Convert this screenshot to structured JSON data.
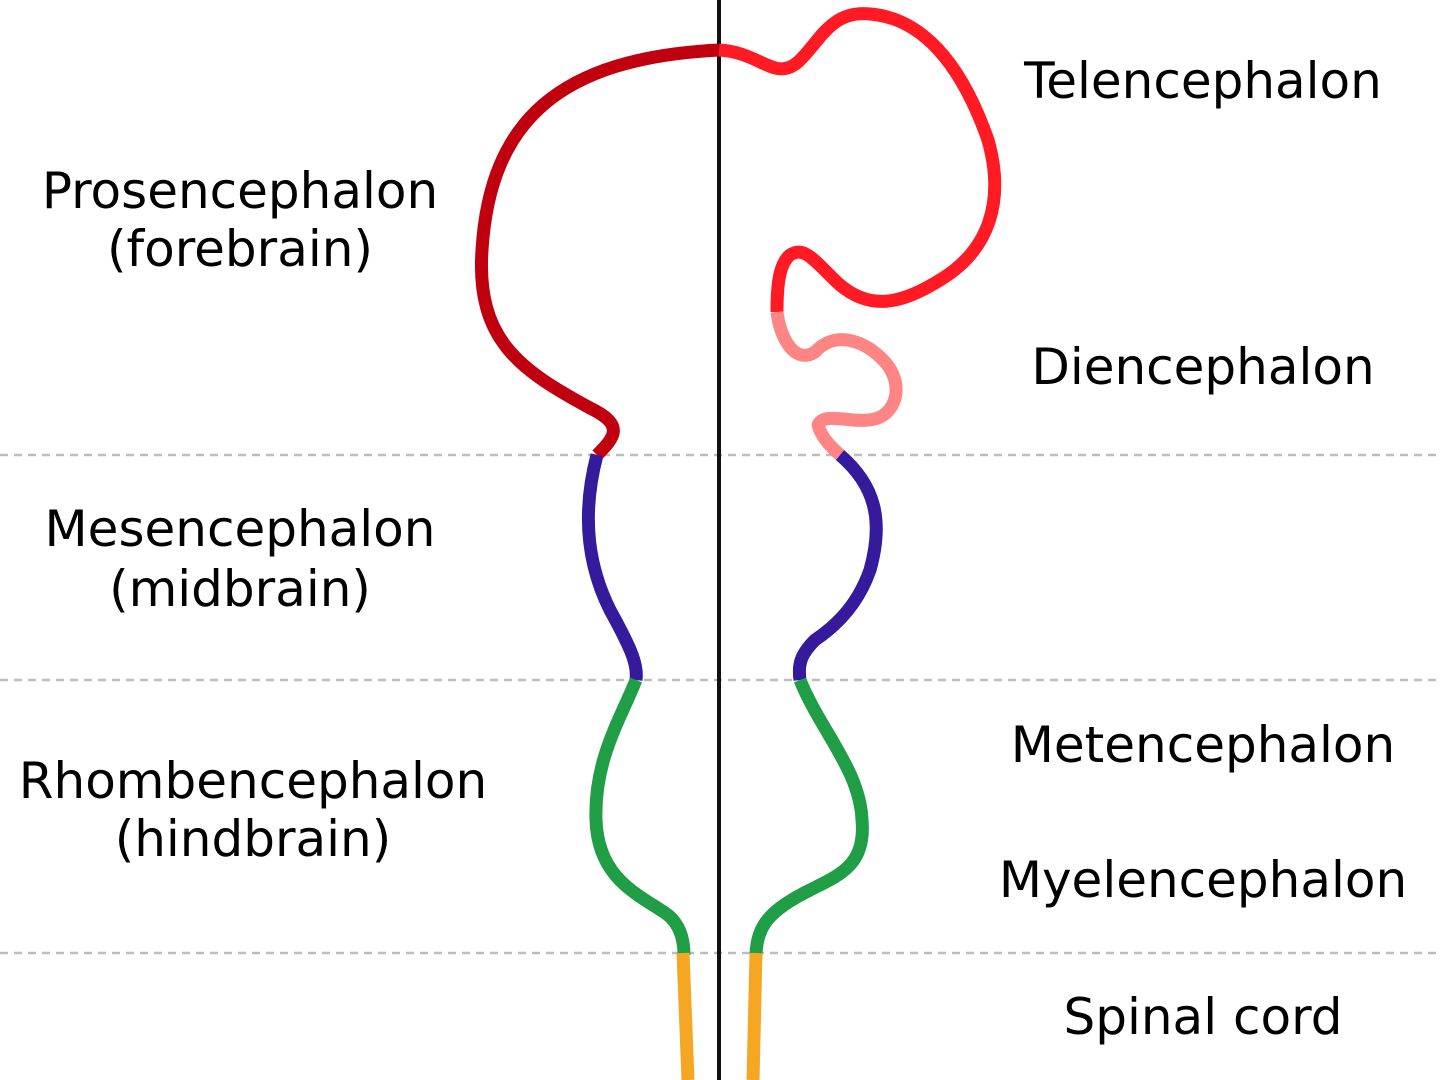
{
  "left_labels": {
    "prosencephalon": {
      "line1": "Prosencephalon",
      "line2": "(forebrain)"
    },
    "mesencephalon": {
      "line1": "Mesencephalon",
      "line2": "(midbrain)"
    },
    "rhombencephalon": {
      "line1": "Rhombencephalon",
      "line2": "(hindbrain)"
    }
  },
  "right_labels": {
    "telencephalon": "Telencephalon",
    "diencephalon": "Diencephalon",
    "metencephalon": "Metencephalon",
    "myelencephalon": "Myelencephalon",
    "spinal_cord": "Spinal cord"
  },
  "colors": {
    "prosencephalon": "#c0000f",
    "telencephalon": "#ff1a24",
    "diencephalon": "#ff8585",
    "mesencephalon": "#351a9c",
    "rhombencephalon": "#1f9e45",
    "spinal_cord": "#f5a623",
    "divider": "#bdbdbd",
    "midline": "#111111"
  }
}
